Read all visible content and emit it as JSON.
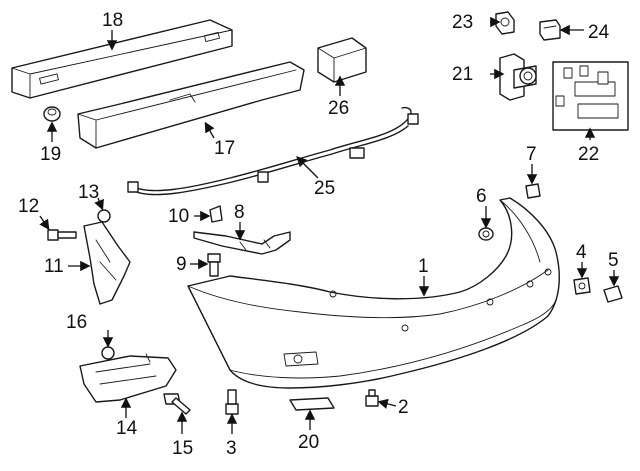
{
  "callouts": {
    "n1": "1",
    "n2": "2",
    "n3": "3",
    "n4": "4",
    "n5": "5",
    "n6": "6",
    "n7": "7",
    "n8": "8",
    "n9": "9",
    "n10": "10",
    "n11": "11",
    "n12": "12",
    "n13": "13",
    "n14": "14",
    "n15": "15",
    "n16": "16",
    "n17": "17",
    "n18": "18",
    "n19": "19",
    "n20": "20",
    "n21": "21",
    "n22": "22",
    "n23": "23",
    "n24": "24",
    "n25": "25",
    "n26": "26"
  },
  "colors": {
    "line": "#1a1a1a",
    "background": "#ffffff",
    "shade": "#d9d9d9"
  }
}
